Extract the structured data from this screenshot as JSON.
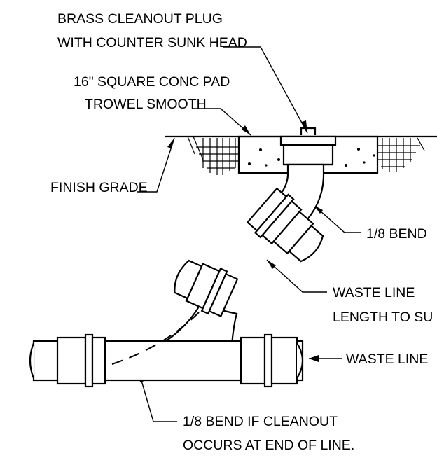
{
  "labels": {
    "plug_line1": "BRASS CLEANOUT PLUG",
    "plug_line2": "WITH COUNTER SUNK HEAD",
    "pad_line1": "16\" SQUARE CONC PAD",
    "pad_line2": "TROWEL SMOOTH",
    "finish_grade": "FINISH GRADE",
    "bend_upper": "1/8 BEND",
    "waste_line_upper_1": "WASTE LINE",
    "waste_line_upper_2": "LENGTH TO SU",
    "waste_line_right": "WASTE LINE",
    "bend_lower_1": "1/8 BEND IF CLEANOUT",
    "bend_lower_2": "OCCURS AT END OF LINE."
  }
}
